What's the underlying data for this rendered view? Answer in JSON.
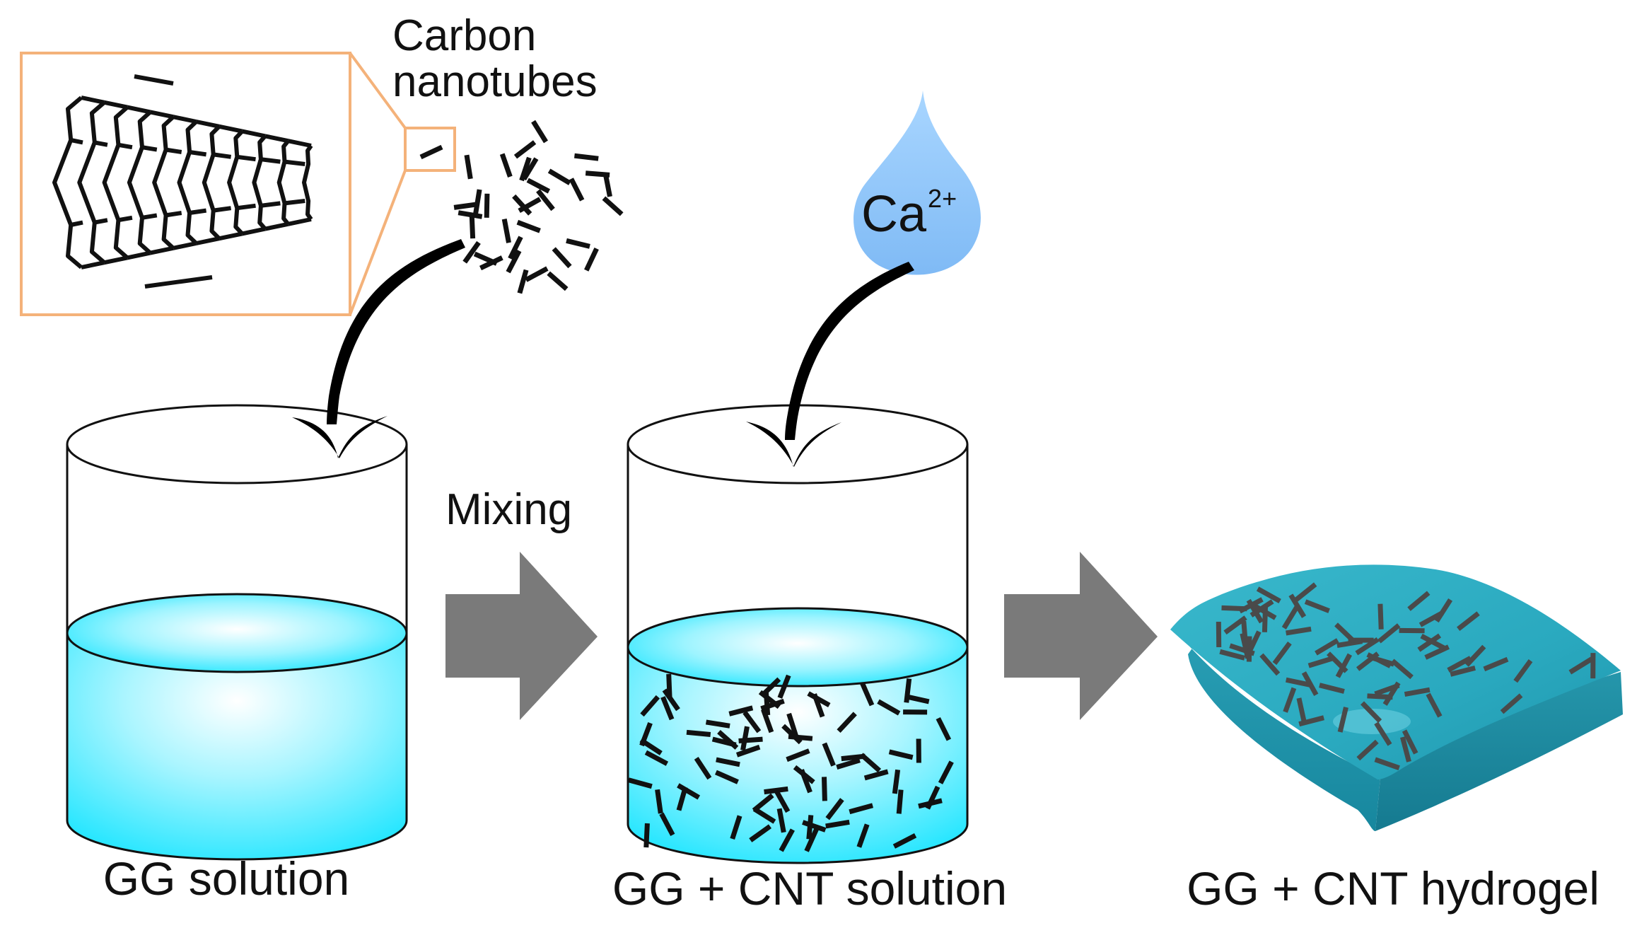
{
  "labels": {
    "carbon_nanotubes": [
      "Carbon",
      "nanotubes"
    ],
    "mixing": "Mixing",
    "ion": "Ca",
    "ion_charge": "2+",
    "gg_solution": "GG solution",
    "gg_cnt_solution": "GG + CNT solution",
    "gg_cnt_hydrogel": "GG + CNT hydrogel"
  },
  "colors": {
    "inset_border": "#f4b27a",
    "liquid": "#26e6ff",
    "droplet": "#8ec9ff",
    "gel": "#2aa9bf",
    "process_arrow": "#7a7a7a",
    "curved_arrow": "#000000",
    "nanotube": "#111111"
  },
  "icons": [
    "nanotube-structure-icon",
    "droplet-icon",
    "beaker-icon",
    "hydrogel-slab-icon",
    "process-arrow-icon",
    "curved-arrow-icon"
  ]
}
